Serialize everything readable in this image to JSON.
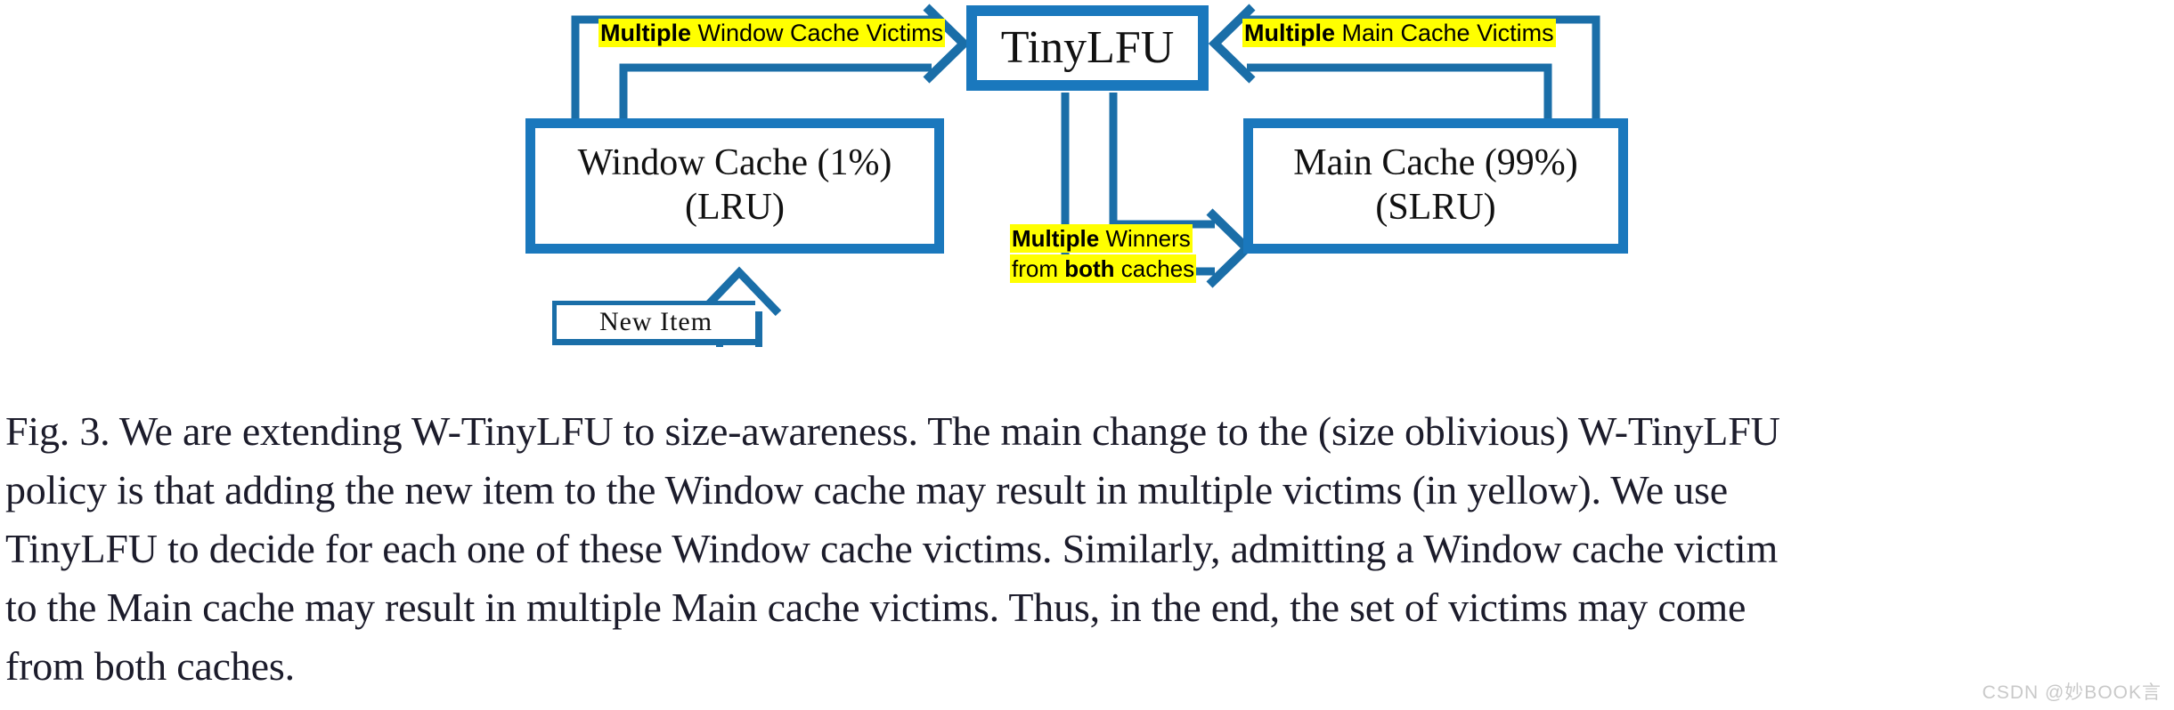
{
  "figure": {
    "nodes": {
      "tinylfu": {
        "label": "TinyLFU"
      },
      "window_cache": {
        "line1": "Window Cache (1%)",
        "line2": "(LRU)"
      },
      "main_cache": {
        "line1": "Main Cache (99%)",
        "line2": "(SLRU)"
      },
      "new_item": {
        "label": "New Item"
      }
    },
    "labels": {
      "window_victims": {
        "bold": "Multiple",
        "rest": " Window Cache Victims"
      },
      "main_victims": {
        "bold": "Multiple",
        "rest": " Main Cache Victims"
      },
      "winners": {
        "line1_bold": "Multiple",
        "line1_rest": "  Winners",
        "line2_pre": "from ",
        "line2_bold": "both",
        "line2_post": " caches"
      }
    },
    "colors": {
      "accent_blue": "#1a78bd",
      "arrow_blue": "#1a6ea8",
      "highlight_yellow": "#ffff00",
      "text_black": "#111111"
    }
  },
  "caption": {
    "lines": [
      "Fig. 3.  We are extending W-TinyLFU to size-awareness. The main change to the (size oblivious) W-TinyLFU",
      "policy is that adding the new item to the Window cache may result in multiple victims (in yellow). We use",
      "TinyLFU to decide for each one of these Window cache victims. Similarly, admitting a Window cache victim",
      "to the Main cache may result in multiple Main cache victims. Thus, in the end, the set of victims may come",
      "from both caches."
    ]
  },
  "watermark": {
    "text": "CSDN @妙BOOK言"
  }
}
